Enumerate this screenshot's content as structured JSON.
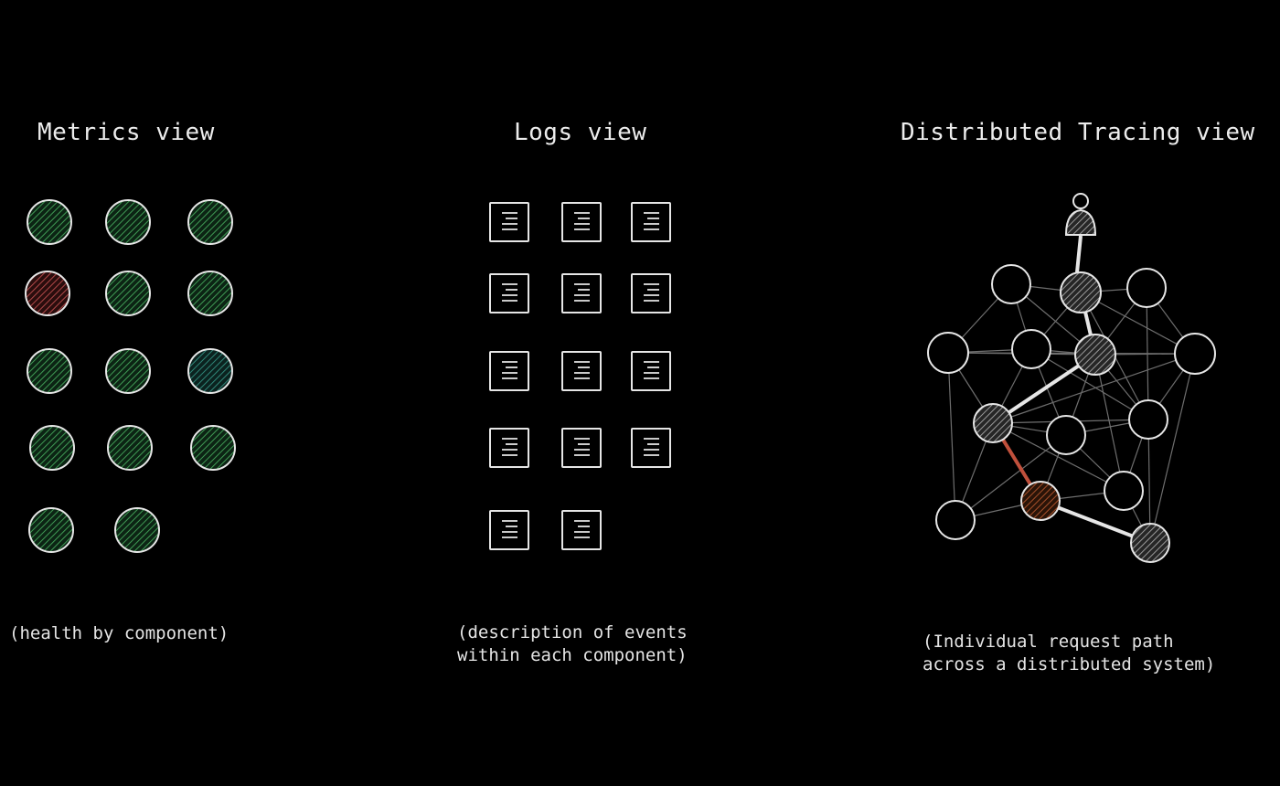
{
  "panels": {
    "metrics": {
      "title": "Metrics view",
      "caption": "(health by component)",
      "components": [
        {
          "status": "healthy"
        },
        {
          "status": "healthy"
        },
        {
          "status": "healthy"
        },
        {
          "status": "error"
        },
        {
          "status": "healthy"
        },
        {
          "status": "healthy"
        },
        {
          "status": "healthy"
        },
        {
          "status": "healthy"
        },
        {
          "status": "degraded"
        },
        {
          "status": "healthy"
        },
        {
          "status": "healthy"
        },
        {
          "status": "healthy"
        },
        {
          "status": "healthy"
        },
        {
          "status": "healthy"
        }
      ]
    },
    "logs": {
      "title": "Logs view",
      "caption_lines": [
        "(description of events",
        "within each component)"
      ],
      "log_count": 14
    },
    "tracing": {
      "title": "Distributed Tracing view",
      "caption_lines": [
        "(Individual request path",
        "across a distributed system)"
      ]
    }
  },
  "colors": {
    "background": "#000000",
    "stroke": "#e6e6e6",
    "healthy": "#1f5a2e",
    "error": "#7a2a2a",
    "degraded": "#1f4f48",
    "trace_node": "#8a8a8a",
    "error_node": "#8a3a1c",
    "error_edge": "#c0503c",
    "mesh_edge": "#707070"
  },
  "icons": {
    "user": "user-icon",
    "log": "document-icon"
  }
}
